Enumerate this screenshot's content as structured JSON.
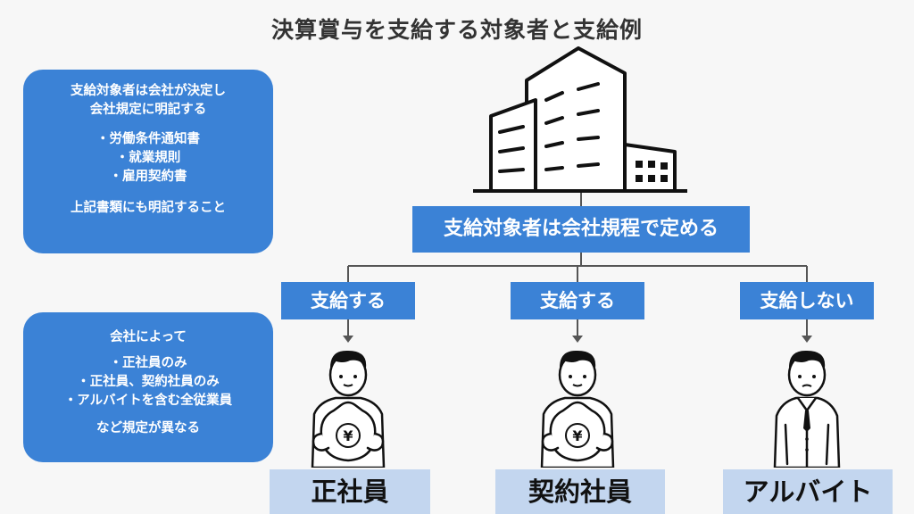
{
  "title": "決算賞与を支給する対象者と支給例",
  "info_box_1": {
    "heading_lines": [
      "支給対象者は会社が決定し",
      "会社規定に明記する"
    ],
    "bullets": [
      "・労働条件通知書",
      "・就業規則",
      "・雇用契約書"
    ],
    "footer": "上記書類にも明記すること"
  },
  "info_box_2": {
    "heading": "会社によって",
    "bullets": [
      "・正社員のみ",
      "・正社員、契約社員のみ",
      "・アルバイトを含む全従業員"
    ],
    "footer": "など規定が異なる"
  },
  "company_chip": "支給対象者は会社規程で定める",
  "employees": [
    {
      "status": "支給する",
      "label": "正社員",
      "money_symbol": "¥"
    },
    {
      "status": "支給する",
      "label": "契約社員",
      "money_symbol": "¥"
    },
    {
      "status": "支給しない",
      "label": "アルバイト"
    }
  ],
  "colors": {
    "accent": "#3b82d6",
    "label_bg": "#c3d6ef",
    "line": "#555555"
  },
  "icons": [
    "building-icon",
    "person-with-money-bag-icon",
    "person-with-money-bag-icon",
    "person-icon"
  ]
}
